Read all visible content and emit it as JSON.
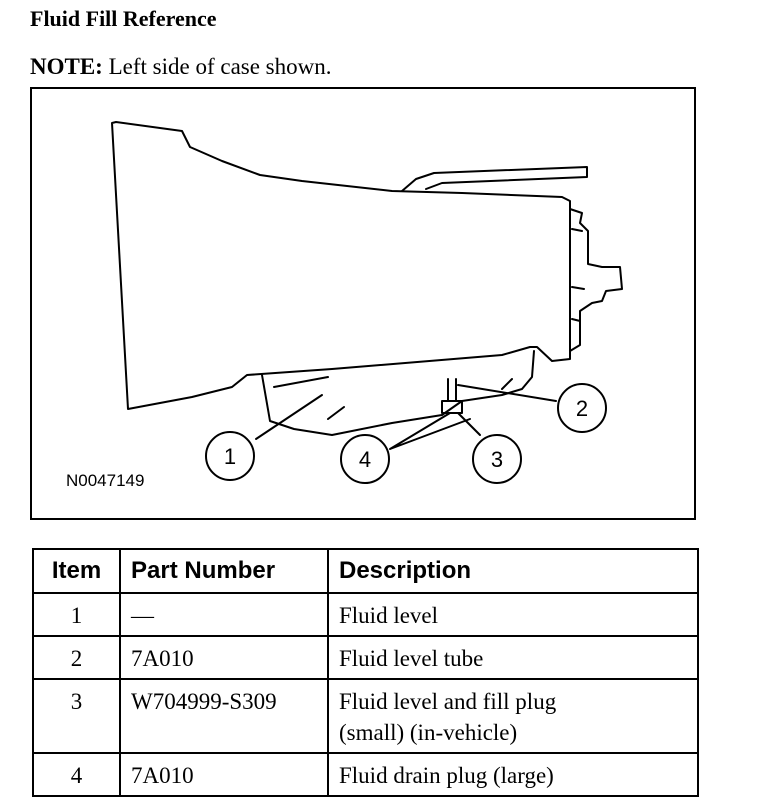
{
  "title": "Fluid Fill Reference",
  "note": {
    "label": "NOTE:",
    "text": "Left side of case shown."
  },
  "figure": {
    "id": "N0047149",
    "callouts": [
      "1",
      "2",
      "3",
      "4"
    ]
  },
  "table": {
    "headers": [
      "Item",
      "Part Number",
      "Description"
    ],
    "rows": [
      {
        "item": "1",
        "part": "—",
        "desc": [
          "Fluid level"
        ]
      },
      {
        "item": "2",
        "part": "7A010",
        "desc": [
          "Fluid level tube"
        ]
      },
      {
        "item": "3",
        "part": "W704999-S309",
        "desc": [
          "Fluid level and fill plug",
          "(small) (in-vehicle)"
        ]
      },
      {
        "item": "4",
        "part": "7A010",
        "desc": [
          "Fluid drain plug (large)"
        ]
      }
    ]
  }
}
